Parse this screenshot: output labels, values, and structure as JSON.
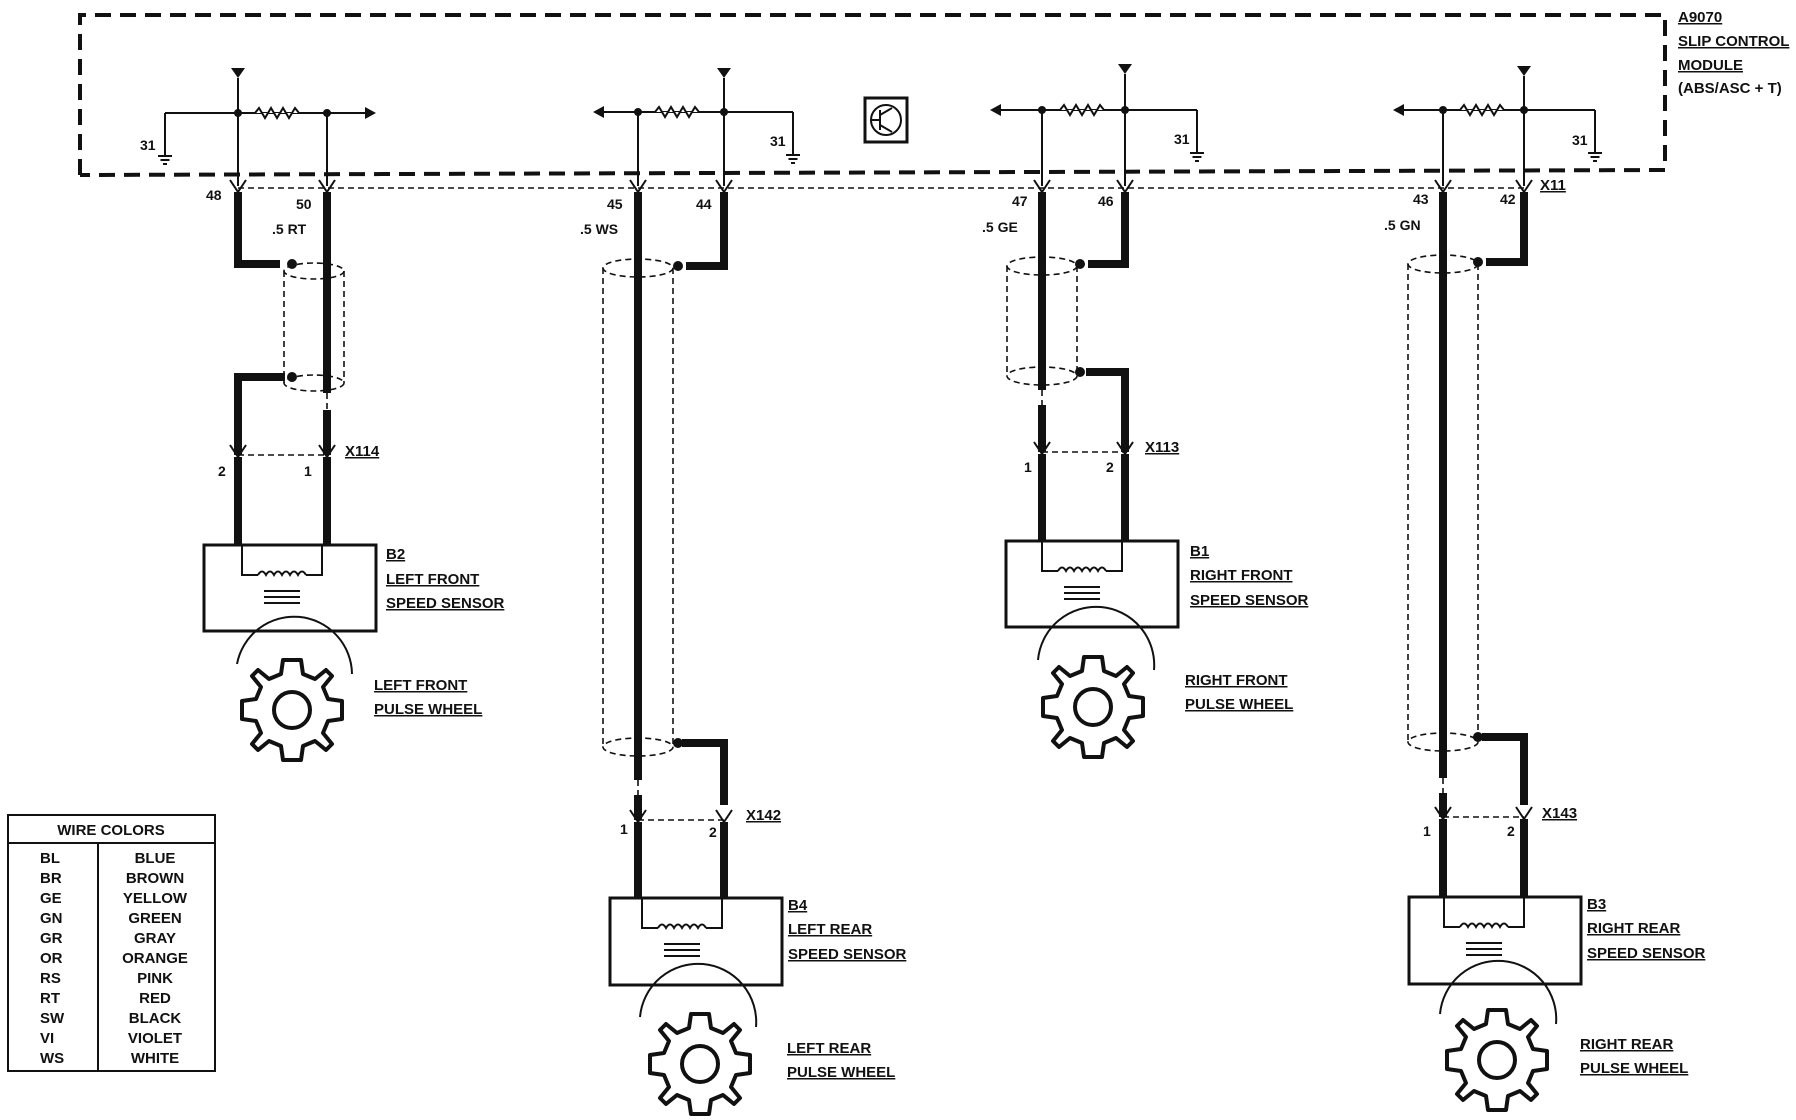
{
  "module": {
    "code": "A9070",
    "name_line1": "SLIP CONTROL",
    "name_line2": "MODULE",
    "name_line3": "(ABS/ASC + T)"
  },
  "connectors": {
    "module": "X11",
    "lf": "X114",
    "lr": "X142",
    "rf": "X113",
    "rr": "X143"
  },
  "ground_label": "31",
  "pins": {
    "p48": "48",
    "p50": "50",
    "p45": "45",
    "p44": "44",
    "p47": "47",
    "p46": "46",
    "p43": "43",
    "p42": "42",
    "one": "1",
    "two": "2"
  },
  "wire_labels": {
    "lf": ".5 RT",
    "lr": ".5 WS",
    "rf": ".5 GE",
    "rr": ".5 GN"
  },
  "sensors": {
    "lf": {
      "code": "B2",
      "line1": "LEFT FRONT",
      "line2": "SPEED SENSOR",
      "wheel1": "LEFT FRONT",
      "wheel2": "PULSE WHEEL"
    },
    "lr": {
      "code": "B4",
      "line1": "LEFT REAR",
      "line2": "SPEED SENSOR",
      "wheel1": "LEFT REAR",
      "wheel2": "PULSE WHEEL"
    },
    "rf": {
      "code": "B1",
      "line1": "RIGHT FRONT",
      "line2": "SPEED SENSOR",
      "wheel1": "RIGHT FRONT",
      "wheel2": "PULSE WHEEL"
    },
    "rr": {
      "code": "B3",
      "line1": "RIGHT REAR",
      "line2": "SPEED SENSOR",
      "wheel1": "RIGHT REAR",
      "wheel2": "PULSE WHEEL"
    }
  },
  "legend": {
    "title": "WIRE COLORS",
    "rows": [
      {
        "code": "BL",
        "color": "BLUE"
      },
      {
        "code": "BR",
        "color": "BROWN"
      },
      {
        "code": "GE",
        "color": "YELLOW"
      },
      {
        "code": "GN",
        "color": "GREEN"
      },
      {
        "code": "GR",
        "color": "GRAY"
      },
      {
        "code": "OR",
        "color": "ORANGE"
      },
      {
        "code": "RS",
        "color": "PINK"
      },
      {
        "code": "RT",
        "color": "RED"
      },
      {
        "code": "SW",
        "color": "BLACK"
      },
      {
        "code": "VI",
        "color": "VIOLET"
      },
      {
        "code": "WS",
        "color": "WHITE"
      }
    ]
  }
}
